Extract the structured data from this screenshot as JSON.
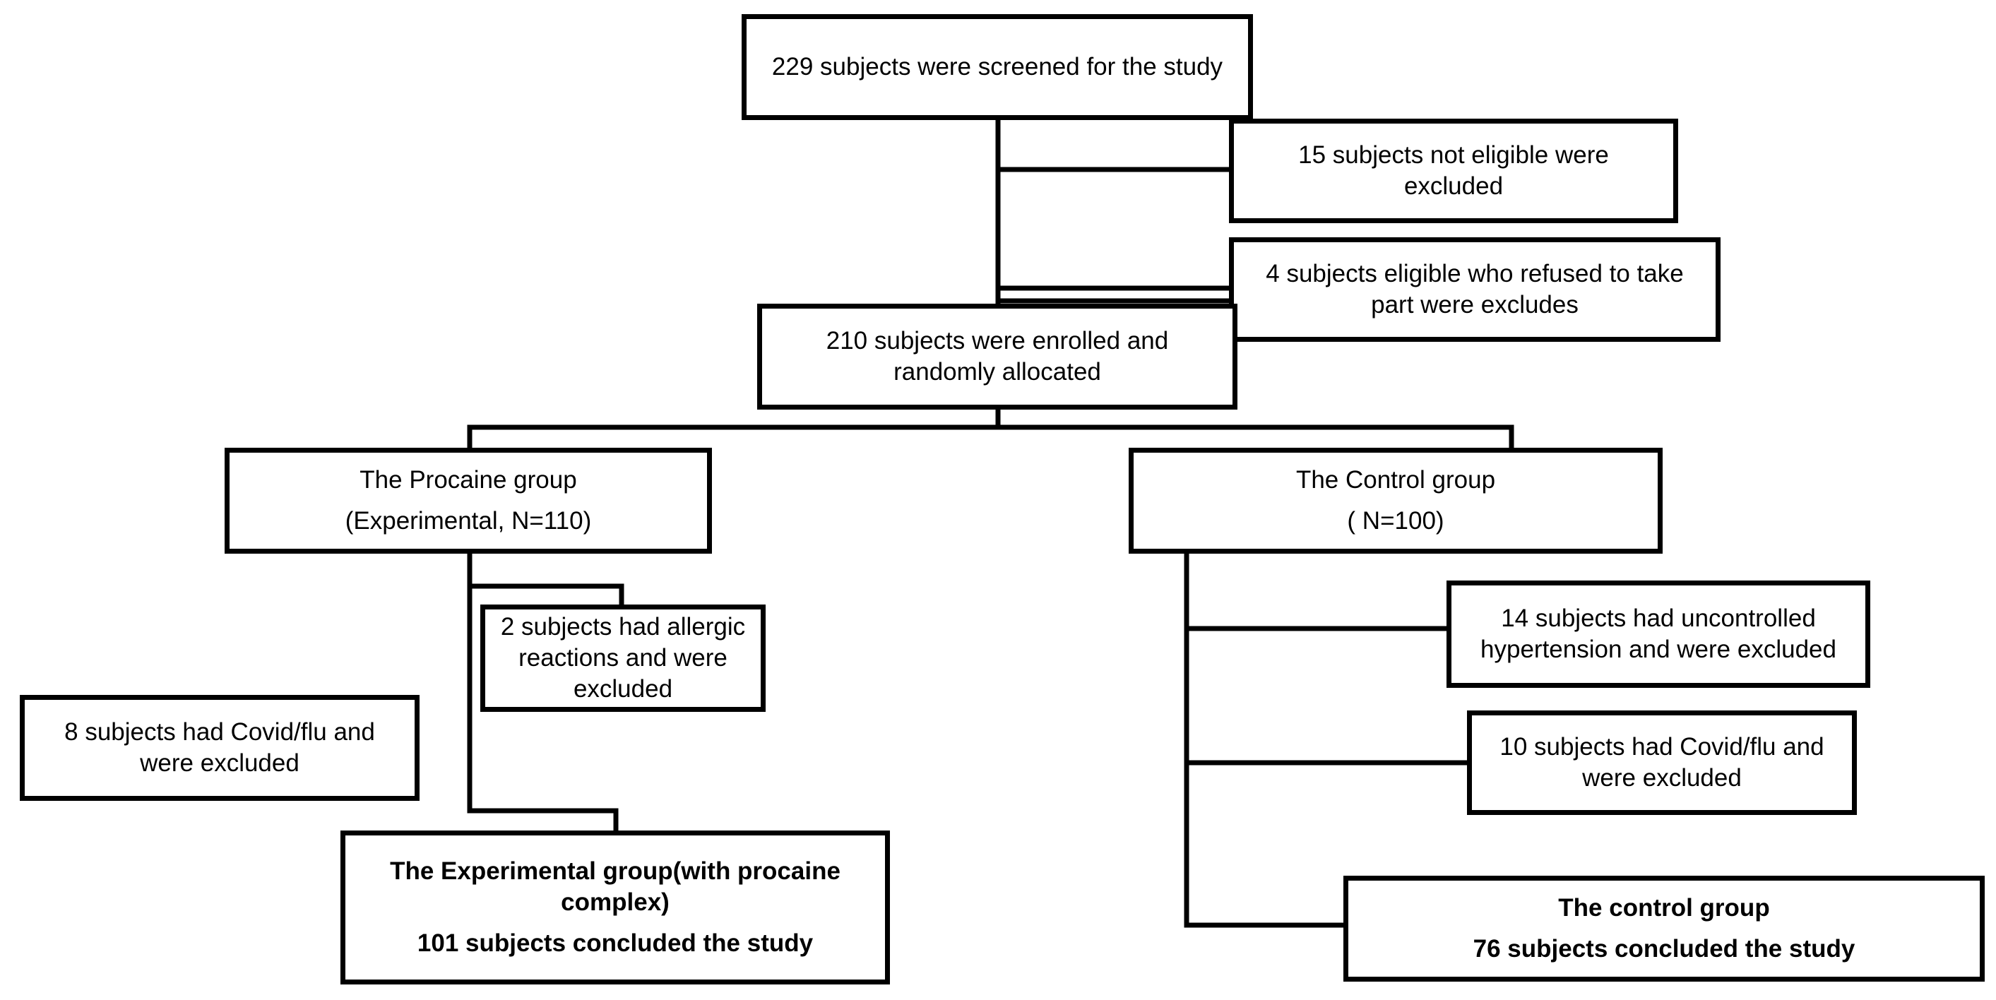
{
  "flow": {
    "screened": "229 subjects were screened for the study",
    "not_eligible": [
      "15  subjects not eligible were",
      "excluded"
    ],
    "refused": [
      "4 subjects eligible who refused to take",
      "part were excludes"
    ],
    "enrolled": [
      "210 subjects were enrolled and",
      "randomly allocated"
    ],
    "procaine_group": [
      "The Procaine group",
      "(Experimental, N=110)"
    ],
    "control_group": [
      "The Control group",
      "( N=100)"
    ],
    "allergic": [
      "2 subjects had allergic",
      "reactions and were",
      "excluded"
    ],
    "covid_experimental": [
      "8 subjects had Covid/flu and",
      "were excluded"
    ],
    "hypertension": [
      "14 subjects had uncontrolled",
      "hypertension and were excluded"
    ],
    "covid_control": [
      "10 subjects had Covid/flu and",
      "were excluded"
    ],
    "experimental_final": [
      "The  Experimental group(with procaine",
      "complex)",
      "101 subjects concluded the study"
    ],
    "control_final": [
      "The control group",
      "76 subjects concluded the study"
    ]
  }
}
